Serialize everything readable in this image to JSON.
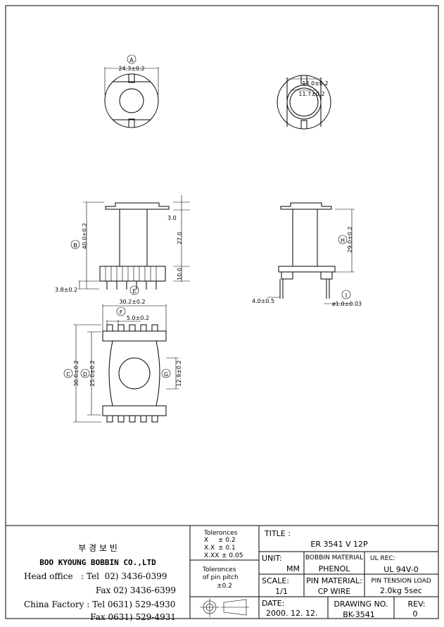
{
  "views": {
    "top_left": {
      "label": "A",
      "dim": "24.3±0.2"
    },
    "top_right": {
      "dim_outer": "14.0±0.2",
      "dim_inner": "11.7±0.2"
    },
    "side_left": {
      "label": "B",
      "dim_height": "40.0±0.2",
      "dim_flange": "3.0",
      "dim_body": "27.0",
      "dim_base": "10.0",
      "dim_pin": "3.8±0.2"
    },
    "side_right": {
      "label_h": "H",
      "dim_h": "29.0±0.2",
      "label_i": "I",
      "dim_i": "ø1.0±0.03",
      "dim_pin": "4.0±0.5"
    },
    "bottom": {
      "label_e": "E",
      "dim_e": "30.2±0.2",
      "label_f": "F",
      "dim_f": "5.0±0.2",
      "label_c": "C",
      "dim_c": "30.0±0.2",
      "label_d": "D",
      "dim_d": "25.0±0.2",
      "label_g": "G",
      "dim_g": "12.9±0.2"
    }
  },
  "title_block": {
    "company_korean": "부 경 보 빈",
    "company": "BOO KYOUNG BOBBIN CO.,LTD",
    "head_office_tel": "Head office   : Tel  02) 3436-0399",
    "head_office_fax": "Fax  02) 3436-6399",
    "china_tel": "China Factory : Tel 0631) 529-4930",
    "china_fax": "Fax 0631) 529-4931",
    "tolerances_title": "Toleronces",
    "tol_rows": [
      [
        "X",
        "± 0.2"
      ],
      [
        "X.X",
        "± 0.1"
      ],
      [
        "X.XX",
        "± 0.05"
      ]
    ],
    "pin_tol_1": "Toleronces",
    "pin_tol_2": "of pin pitch",
    "pin_tol_3": "±0.2",
    "title_label": "TITLE :",
    "title": "ER 3541 V 12P",
    "unit_label": "UNIT:",
    "unit": "MM",
    "bobbin_material_label": "BOBBIN MATERIAL",
    "bobbin_material": "PHENOL",
    "ul_label": "UL REC:",
    "ul": "UL 94V-0",
    "scale_label": "SCALE:",
    "scale": "1/1",
    "pin_material_label": "PIN MATERIAL:",
    "pin_material": "CP WIRE",
    "pin_tension_label": "PIN TENSION LOAD",
    "pin_tension": "2.0kg 5sec",
    "date_label": "DATE:",
    "date": "2000. 12. 12.",
    "drawing_no_label": "DRAWING NO.",
    "drawing_no": "BK-3541",
    "rev_label": "REV:",
    "rev": "0"
  }
}
